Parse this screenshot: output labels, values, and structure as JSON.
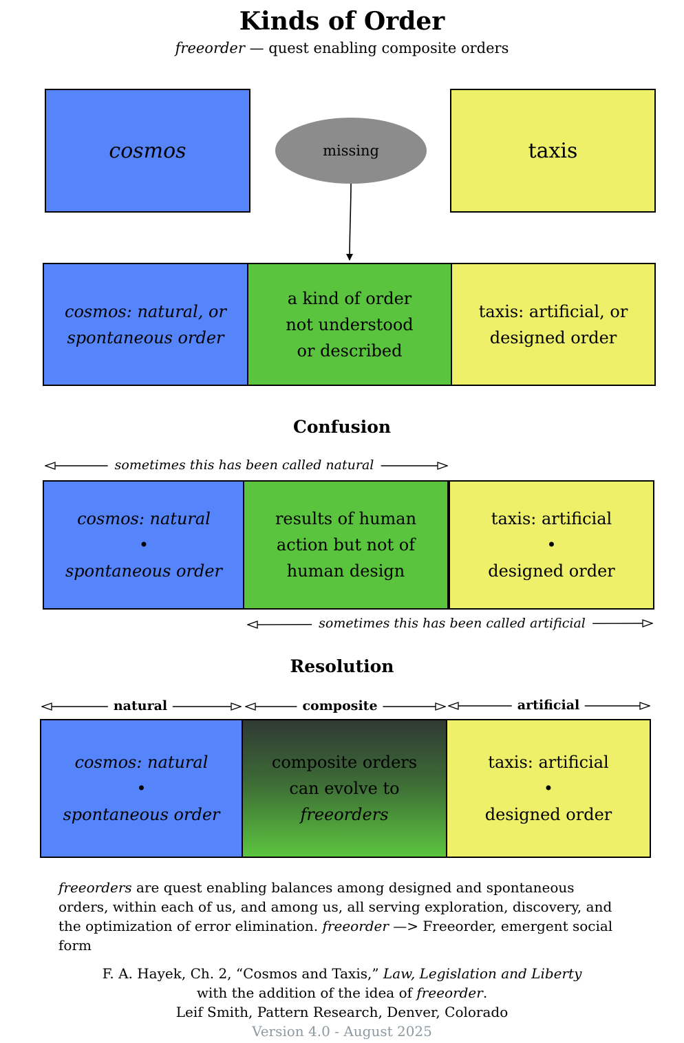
{
  "header": {
    "title": "Kinds of Order",
    "subtitle_em": "freeorder",
    "subtitle_rest": " — quest enabling composite orders"
  },
  "top": {
    "left": "cosmos",
    "center": "missing",
    "right": "taxis"
  },
  "row1": {
    "left_lines": [
      "cosmos: natural, or",
      "spontaneous order"
    ],
    "center_lines": [
      "a kind of order",
      "not understood",
      "or described"
    ],
    "right_lines": [
      "taxis: artificial, or",
      "designed order"
    ]
  },
  "confusion": {
    "heading": "Confusion",
    "top_arrow": "sometimes this has been called natural",
    "bottom_arrow": "sometimes this has been called artificial",
    "left_lines": [
      "cosmos: natural",
      "•",
      "spontaneous order"
    ],
    "center_lines": [
      "results of human",
      "action but not of",
      "human design"
    ],
    "right_lines": [
      "taxis: artificial",
      "•",
      "designed order"
    ]
  },
  "resolution": {
    "heading": "Resolution",
    "labels": [
      "natural",
      "composite",
      "artificial"
    ],
    "left_lines": [
      "cosmos: natural",
      "•",
      "spontaneous order"
    ],
    "center_lines": [
      "composite orders",
      "can evolve to",
      "freeorders"
    ],
    "right_lines": [
      "taxis: artificial",
      "•",
      "designed order"
    ]
  },
  "paragraph": {
    "em1": "freeorders",
    "text1": " are quest enabling balances among designed and spontaneous orders, within each of us, and among us, all serving exploration, discovery, and the optimization of error elimination.  ",
    "em2": "freeorder",
    "text2": " —> Freeorder, emergent social form"
  },
  "citation": {
    "line1_a": "F. A. Hayek, Ch. 2, “Cosmos and Taxis,” ",
    "line1_em": "Law, Legislation and Liberty",
    "line2_a": "with the addition of the idea of ",
    "line2_em": "freeorder",
    "line2_b": ".",
    "line3": "Leif Smith, Pattern Research, Denver, Colorado",
    "version": "Version 4.0 - August 2025"
  },
  "colors": {
    "cosmos_blue": "#5584fb",
    "missing_green": "#5bc43e",
    "taxis_yellow": "#eef06a",
    "missing_gray": "#8c8c8c"
  }
}
